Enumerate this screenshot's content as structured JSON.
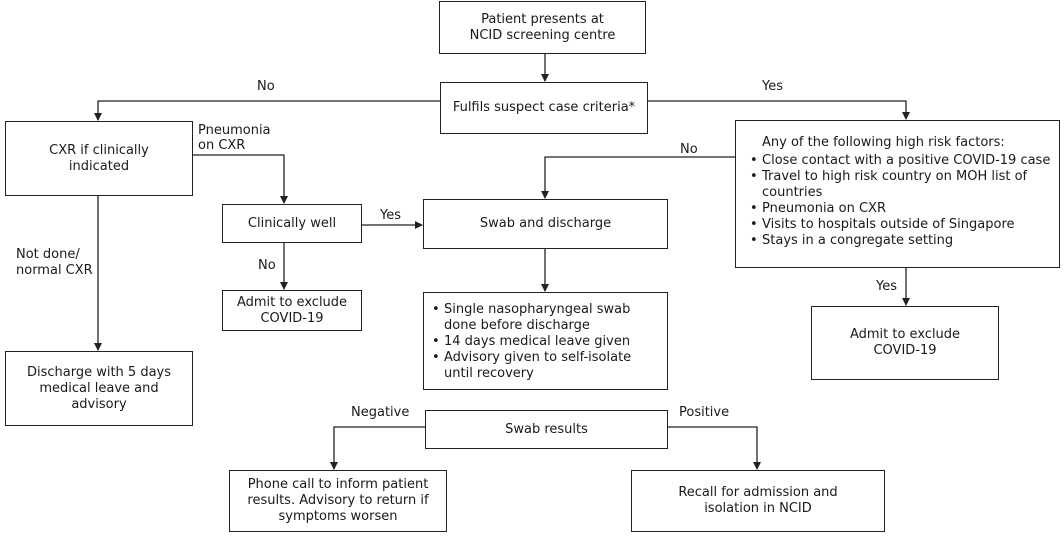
{
  "nodes": {
    "start": "Patient presents at\nNCID screening centre",
    "criteria": "Fulfils suspect case criteria*",
    "cxr": "CXR if clinically\nindicated",
    "discharge_5": "Discharge with 5 days\nmedical leave and\nadvisory",
    "clinically_well": "Clinically well",
    "admit_left": "Admit to exclude\nCOVID-19",
    "swab_discharge": "Swab and discharge",
    "risk_header": "Any of the following high risk factors:",
    "risk_items": [
      "Close contact with a positive COVID-19 case",
      "Travel to high risk country on MOH list of countries",
      "Pneumonia on CXR",
      "Visits to hospitals outside of Singapore",
      "Stays in a congregate setting"
    ],
    "admit_right": "Admit to exclude\nCOVID-19",
    "swab_items": [
      "Single nasopharyngeal swab done before discharge",
      "14 days medical leave given",
      "Advisory given to self-isolate until recovery"
    ],
    "swab_results": "Swab results",
    "phone_call": "Phone call to inform patient\nresults. Advisory to return if\nsymptoms worsen",
    "recall": "Recall for admission and\nisolation in NCID"
  },
  "edge_labels": {
    "no_top": "No",
    "yes_top": "Yes",
    "pneumonia": "Pneumonia\non CXR",
    "not_done": "Not done/\nnormal CXR",
    "yes_well": "Yes",
    "no_well": "No",
    "no_risk": "No",
    "yes_risk": "Yes",
    "negative": "Negative",
    "positive": "Positive"
  }
}
